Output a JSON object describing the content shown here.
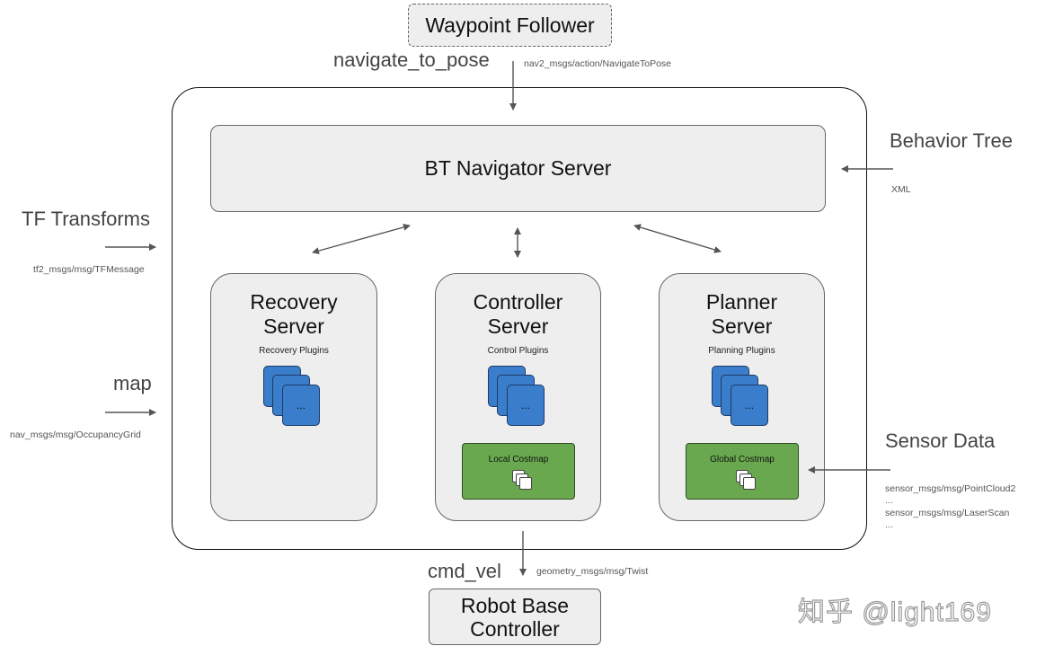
{
  "waypoint_follower": "Waypoint Follower",
  "navigate_to_pose": {
    "label": "navigate_to_pose",
    "msg": "nav2_msgs/action/NavigateToPose"
  },
  "bt_navigator": "BT Navigator Server",
  "behavior_tree": {
    "label": "Behavior Tree",
    "msg": "XML"
  },
  "tf_transforms": {
    "label": "TF Transforms",
    "msg": "tf2_msgs/msg/TFMessage"
  },
  "map": {
    "label": "map",
    "msg": "nav_msgs/msg/OccupancyGrid"
  },
  "sensor_data": {
    "label": "Sensor Data",
    "msg1": "sensor_msgs/msg/PointCloud2",
    "dots1": "...",
    "msg2": "sensor_msgs/msg/LaserScan",
    "dots2": "..."
  },
  "recovery_server": {
    "title_line1": "Recovery",
    "title_line2": "Server",
    "plugins": "Recovery Plugins",
    "card": "..."
  },
  "controller_server": {
    "title_line1": "Controller",
    "title_line2": "Server",
    "plugins": "Control Plugins",
    "card": "...",
    "costmap": "Local Costmap"
  },
  "planner_server": {
    "title_line1": "Planner",
    "title_line2": "Server",
    "plugins": "Planning Plugins",
    "card": "...",
    "costmap": "Global Costmap"
  },
  "cmd_vel": {
    "label": "cmd_vel",
    "msg": "geometry_msgs/msg/Twist"
  },
  "robot_base_controller": {
    "line1": "Robot Base",
    "line2": "Controller"
  },
  "watermark": "知乎 @light169"
}
